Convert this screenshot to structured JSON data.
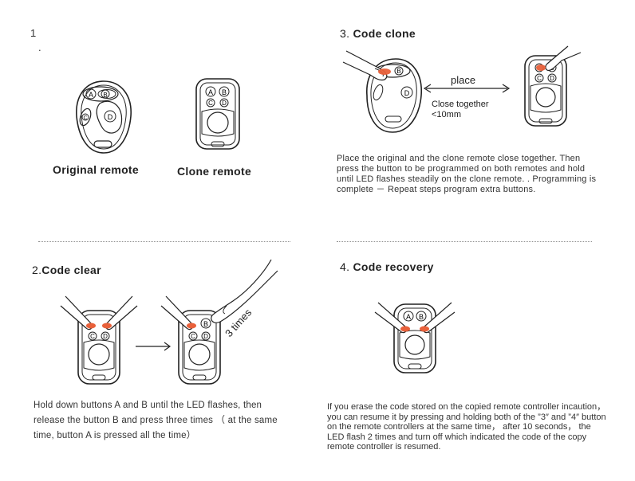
{
  "section1": {
    "number": "1",
    "dot": ".",
    "original_caption": "Original remote",
    "clone_caption": "Clone remote"
  },
  "section2": {
    "number": "2.",
    "title": "Code   clear",
    "times_label": "3 times",
    "text": "Hold down buttons A and B until the LED flashes, then release the button B and press three times （ at the same time, button A is pressed all the time）"
  },
  "section3": {
    "number": "3.",
    "title": "Code   clone",
    "place_label": "place",
    "close_label": "Close together",
    "distance_label": "<10mm",
    "text": "Place the original and the clone remote close together. Then press the button to be programmed on both remotes and hold until LED flashes steadily on the clone remote. . Programming is complete － Repeat steps program extra buttons."
  },
  "section4": {
    "number": "4.",
    "title": "Code   recovery",
    "text": "If you erase the code stored on the copied remote controller incaution， you can resume it by pressing and holding both of the ”3″ and ”4″ button on the remote controllers at the same time， after 10 seconds， the LED flash 2 times and turn off which indicated the code of the copy remote controller is resumed."
  },
  "button_labels": {
    "a": "A",
    "b": "B",
    "c": "C",
    "d": "D"
  },
  "colors": {
    "accent": "#e8603a",
    "line": "#222222",
    "divider": "#888888"
  }
}
